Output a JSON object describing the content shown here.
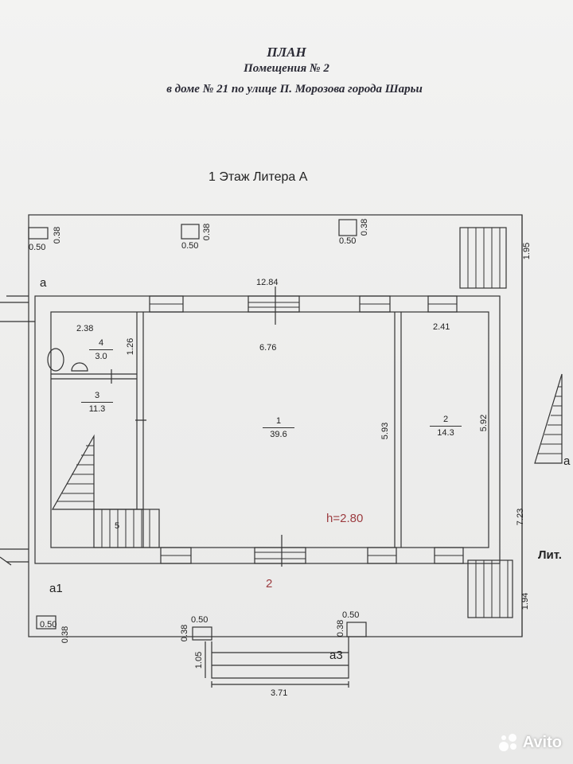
{
  "header": {
    "title": "ПЛАН",
    "subtitle": "Помещения  № 2",
    "address": "в доме № 21   по улице П. Морозова   города Шарьи"
  },
  "floor_label": "1 Этаж Литера А",
  "rooms": [
    {
      "number": "1",
      "area": "39.6"
    },
    {
      "number": "2",
      "area": "14.3"
    },
    {
      "number": "3",
      "area": "11.3"
    },
    {
      "number": "4",
      "area": "3.0"
    },
    {
      "number": "5",
      "area": ""
    }
  ],
  "dimensions": {
    "top_length": "12.84",
    "room1_width": "6.76",
    "room1_height": "5.93",
    "room2_width": "2.41",
    "room2_height": "5.92",
    "room4_width": "2.38",
    "room4_height": "1.26",
    "right_upper": "1.95",
    "right_middle": "7.23",
    "right_lower": "1.94",
    "porch_width": "3.71",
    "porch_depth": "1.05",
    "pier_050": "0.50",
    "pier_038": "0.38"
  },
  "ceiling_height": "h=2.80",
  "side_labels": {
    "a": "а",
    "a1": "а1",
    "a2": "а",
    "a3": "а3",
    "liter": "Лит.",
    "entrance": "2"
  },
  "watermark": "Avito"
}
